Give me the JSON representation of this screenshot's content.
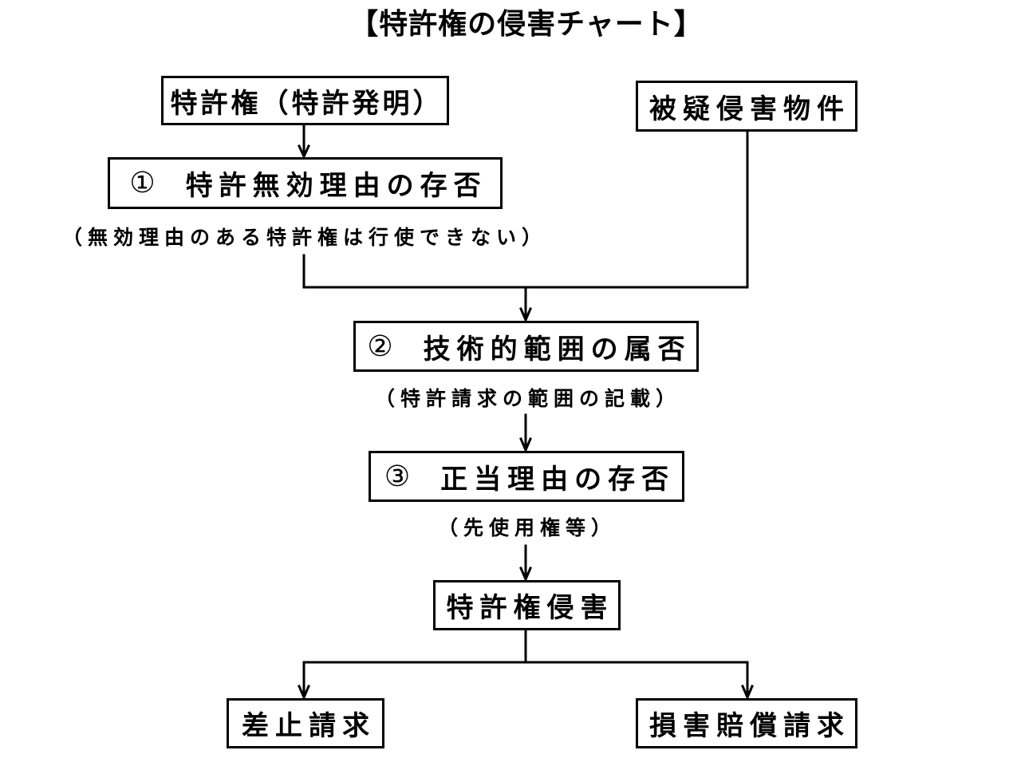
{
  "title": "【特許権の侵害チャート】",
  "colors": {
    "ink": "#000000",
    "background": "#ffffff"
  },
  "nodes": {
    "patent_right": {
      "label": "特許権（特許発明）"
    },
    "accused_product": {
      "label": "被疑侵害物件"
    },
    "step1": {
      "number": "①",
      "label": "特許無効理由の存否",
      "note": "（無効理由のある特許権は行使できない）"
    },
    "step2": {
      "number": "②",
      "label": "技術的範囲の属否",
      "note": "（特許請求の範囲の記載）"
    },
    "step3": {
      "number": "③",
      "label": "正当理由の存否",
      "note": "（先使用権等）"
    },
    "infringement": {
      "label": "特許権侵害"
    },
    "injunction": {
      "label": "差止請求"
    },
    "damages": {
      "label": "損害賠償請求"
    }
  }
}
